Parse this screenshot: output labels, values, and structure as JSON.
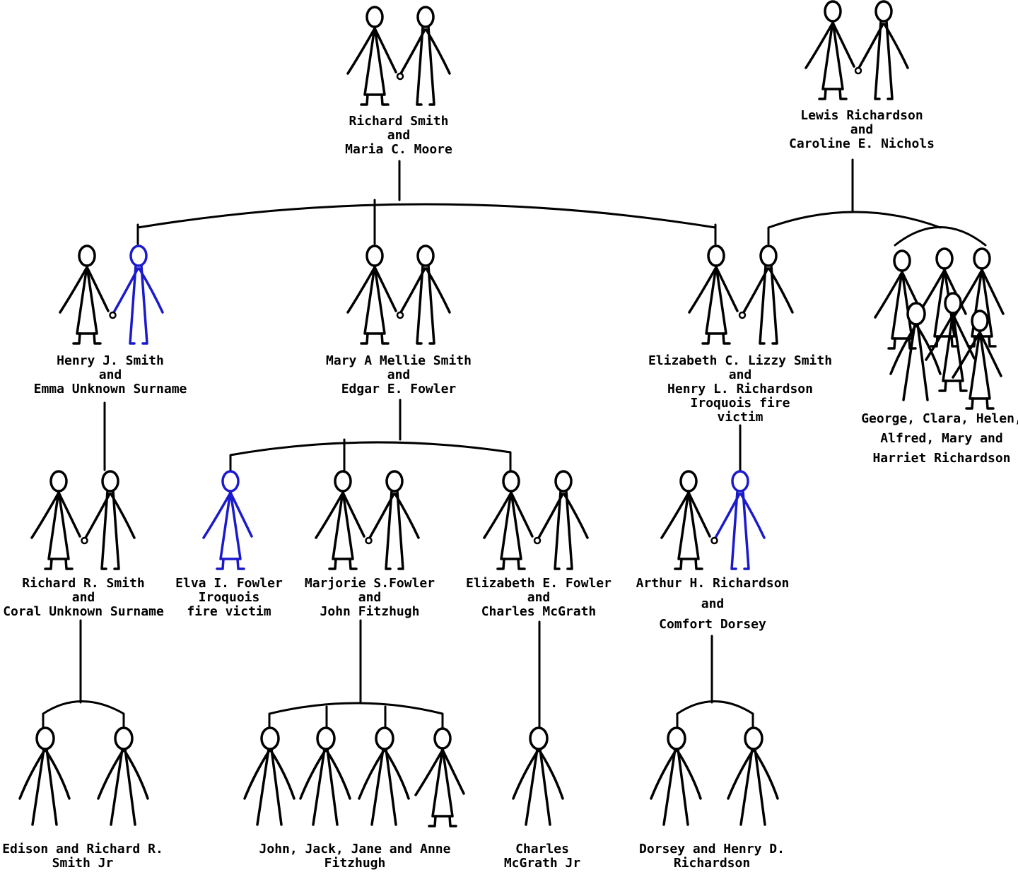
{
  "colors": {
    "line": "#000000",
    "highlight": "#1a1acc"
  },
  "people": {
    "richard_smith_couple": {
      "lines": [
        "Richard Smith",
        "and",
        "Maria C. Moore"
      ]
    },
    "lewis_richardson_couple": {
      "lines": [
        "Lewis Richardson",
        "and",
        "Caroline E. Nichols"
      ]
    },
    "henry_smith_couple": {
      "lines": [
        "Henry J. Smith",
        "and",
        "Emma Unknown Surname"
      ]
    },
    "mary_smith_couple": {
      "lines": [
        "Mary A Mellie Smith",
        "and",
        "Edgar E. Fowler"
      ]
    },
    "elizabeth_smith_couple": {
      "lines": [
        "Elizabeth C. Lizzy Smith",
        "and",
        "Henry L. Richardson",
        "Iroquois fire",
        "victim"
      ]
    },
    "richardson_siblings": {
      "lines": [
        "George, Clara, Helen,",
        "Alfred, Mary and",
        "Harriet Richardson"
      ]
    },
    "richard_r_smith_couple": {
      "lines": [
        "Richard R. Smith",
        "and",
        "Coral Unknown Surname"
      ]
    },
    "elva_fowler": {
      "lines": [
        "Elva I. Fowler",
        "Iroquois",
        "fire victim"
      ]
    },
    "marjorie_fowler_couple": {
      "lines": [
        "Marjorie S.Fowler",
        "and",
        "John Fitzhugh"
      ]
    },
    "elizabeth_fowler_couple": {
      "lines": [
        "Elizabeth E. Fowler",
        "and",
        "Charles McGrath"
      ]
    },
    "arthur_richardson_couple": {
      "lines": [
        "Arthur H. Richardson",
        "and",
        "Comfort Dorsey"
      ]
    },
    "smith_jr_children": {
      "lines": [
        "Edison and Richard R.",
        "Smith Jr"
      ]
    },
    "fitzhugh_children": {
      "lines": [
        "John, Jack, Jane and Anne",
        "Fitzhugh"
      ]
    },
    "mcgrath_jr": {
      "lines": [
        "Charles",
        "McGrath Jr"
      ]
    },
    "richardson_children": {
      "lines": [
        "Dorsey and Henry D.",
        "Richardson"
      ]
    }
  }
}
